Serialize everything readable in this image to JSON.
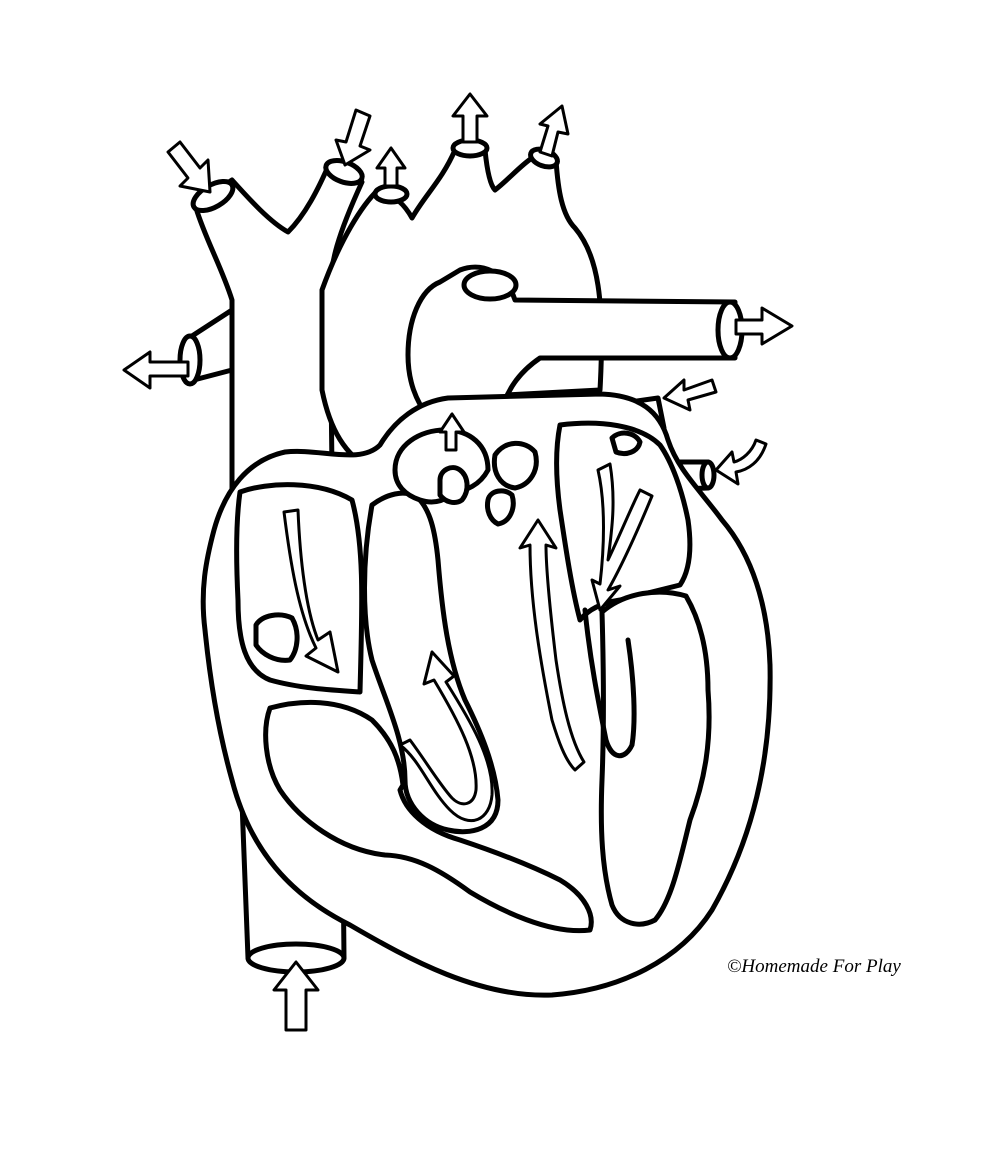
{
  "credit": {
    "text": "©Homemade For Play"
  },
  "style": {
    "line_color": "#000000",
    "fill_color": "#ffffff"
  },
  "flow_arrows": [
    {
      "name": "superior-vena-cava-inflow-arrow-icon",
      "direction": "in"
    },
    {
      "name": "inferior-vena-cava-inflow-arrow-icon",
      "direction": "in"
    },
    {
      "name": "right-pulmonary-artery-outflow-arrow-icon",
      "direction": "out"
    },
    {
      "name": "left-pulmonary-artery-outflow-arrow-icon",
      "direction": "out"
    },
    {
      "name": "aortic-arch-outflow-arrow-icon",
      "direction": "out"
    },
    {
      "name": "pulmonary-vein-inflow-arrow-icon",
      "direction": "in"
    },
    {
      "name": "internal-flow-arrow-icon",
      "direction": "internal"
    }
  ]
}
